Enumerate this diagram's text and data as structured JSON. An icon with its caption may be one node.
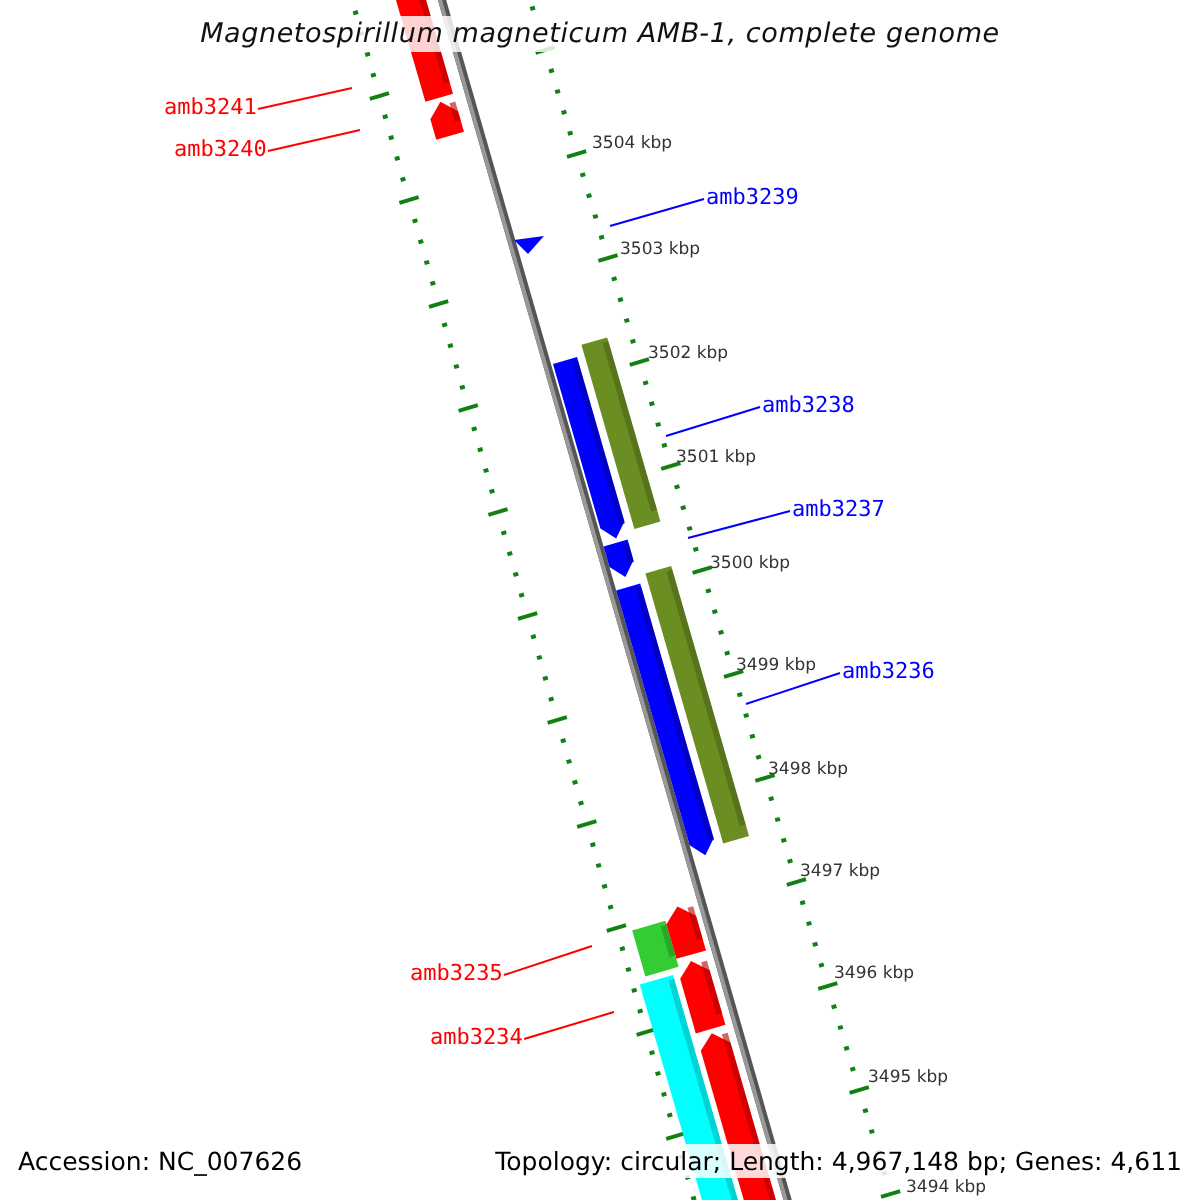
{
  "diagram": {
    "title": "Magnetospirillum magneticum AMB-1, complete genome",
    "nodes": [
      {
        "text": [
          "amb3241"
        ]
      },
      {
        "text": [
          "amb3240"
        ]
      },
      {
        "text": [
          "amb3239"
        ]
      },
      {
        "text": [
          "amb3238"
        ]
      },
      {
        "text": [
          "amb3237"
        ]
      },
      {
        "text": [
          "amb3236"
        ]
      },
      {
        "text": [
          "amb3235"
        ]
      },
      {
        "text": [
          "amb3234"
        ]
      }
    ],
    "edges": [
      {
        "from": 0,
        "to": null,
        "arrow": "none",
        "color": "#ff0000"
      },
      {
        "from": 1,
        "to": null,
        "arrow": "none",
        "color": "#ff0000"
      },
      {
        "from": 2,
        "to": null,
        "arrow": "none",
        "color": "#0000ff"
      },
      {
        "from": 3,
        "to": null,
        "arrow": "none",
        "color": "#0000ff"
      },
      {
        "from": 4,
        "to": null,
        "arrow": "none",
        "color": "#0000ff"
      },
      {
        "from": 5,
        "to": null,
        "arrow": "none",
        "color": "#0000ff"
      },
      {
        "from": 6,
        "to": null,
        "arrow": "none",
        "color": "#ff0000"
      },
      {
        "from": 7,
        "to": null,
        "arrow": "none",
        "color": "#ff0000"
      }
    ],
    "labels": [
      "3504 kbp",
      "3503 kbp",
      "3502 kbp",
      "3501 kbp",
      "3500 kbp",
      "3499 kbp",
      "3498 kbp",
      "3497 kbp",
      "3496 kbp",
      "3495 kbp",
      "3494 kbp",
      "Accession: NC_007626",
      "Topology: circular; Length: 4,967,148 bp; Genes: 4,611"
    ]
  }
}
